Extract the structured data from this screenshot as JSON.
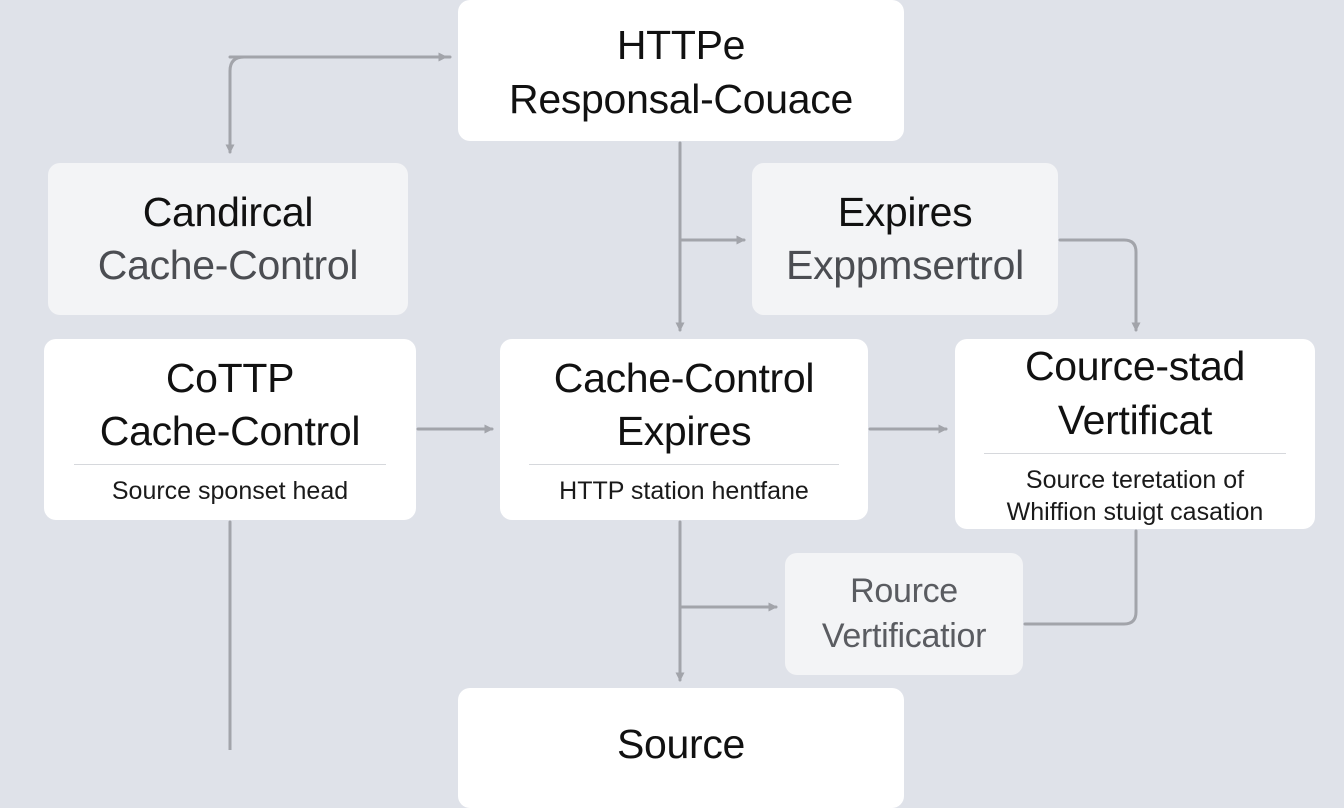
{
  "nodes": {
    "top": {
      "line1": "HTTPe",
      "line2": "Responsal-Couace"
    },
    "candircal": {
      "line1": "Candircal",
      "line2": "Cache-Control"
    },
    "expires": {
      "line1": "Expires",
      "line2": "Exppmsertrol"
    },
    "cottp": {
      "line1": "CoTTP",
      "line2": "Cache-Control",
      "sub": "Source sponset head"
    },
    "center": {
      "line1": "Cache-Control",
      "line2": "Expires",
      "sub": "HTTP station hentfane"
    },
    "cource": {
      "line1": "Cource-stad",
      "line2": "Vertificat",
      "sub1": "Source teretation of",
      "sub2": "Whiffion stuigt casation"
    },
    "rource": {
      "line1": "Rource",
      "line2": "Vertificatior"
    },
    "source": {
      "line1": "Source"
    }
  },
  "colors": {
    "background": "#dfe2e9",
    "node_white": "#ffffff",
    "node_soft": "#f3f4f6",
    "connector": "#a2a4aa"
  }
}
